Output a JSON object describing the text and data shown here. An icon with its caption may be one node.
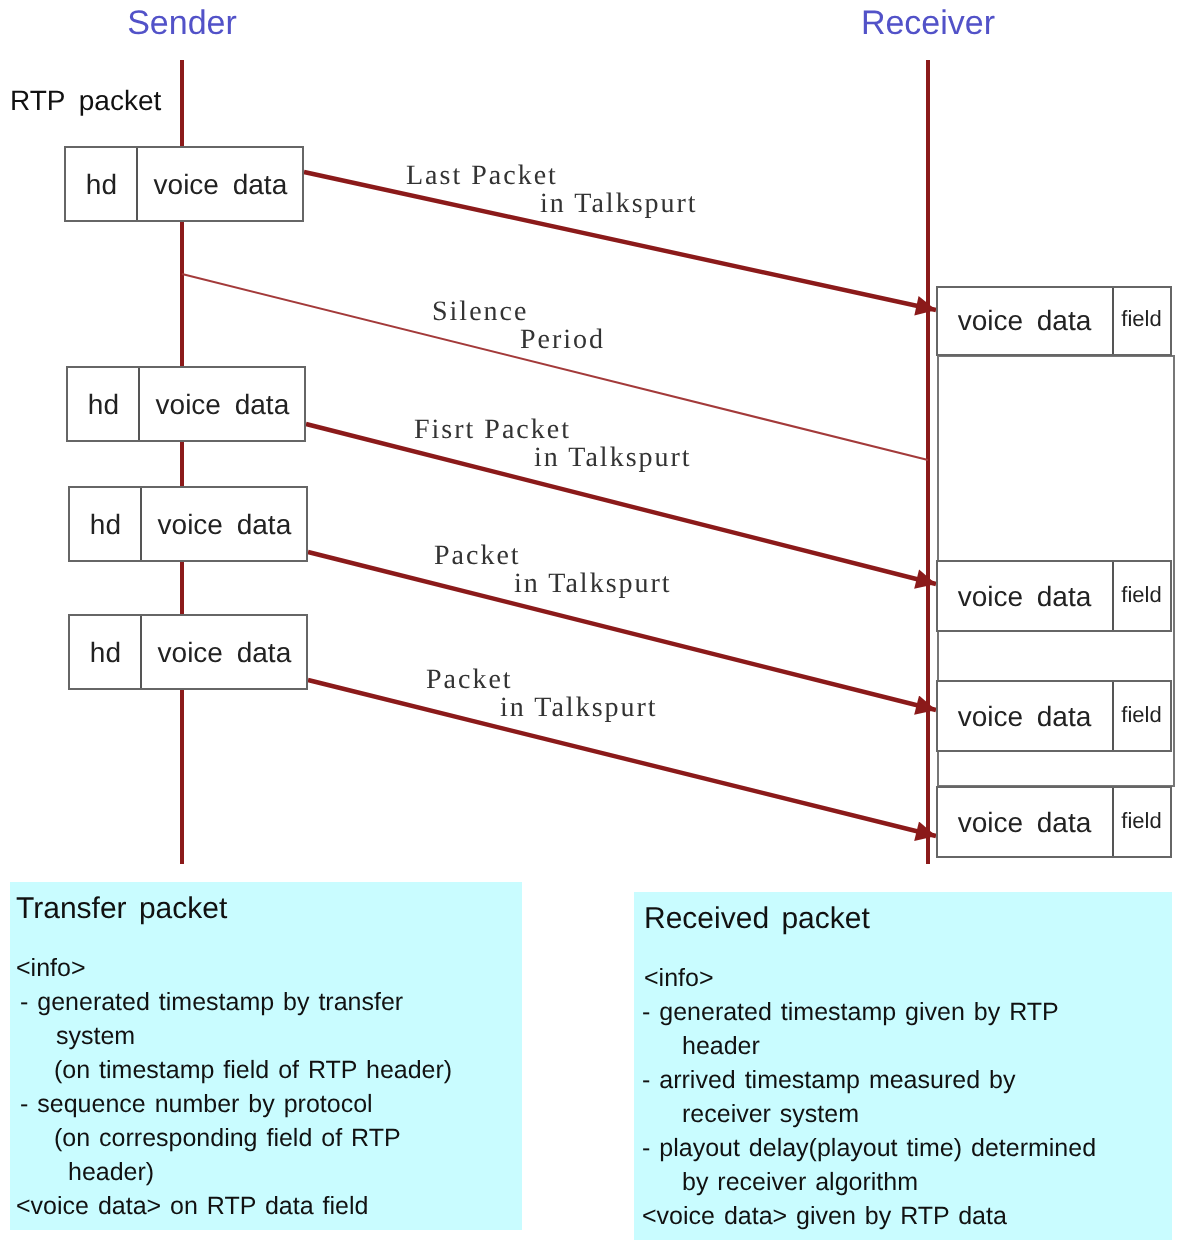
{
  "diagram": {
    "nodes": [
      {
        "text": [
          "hd",
          "voice data"
        ]
      },
      {
        "text": [
          "voice data",
          "field"
        ]
      },
      {
        "text": [
          "hd",
          "voice data"
        ]
      },
      {
        "text": [
          "hd",
          "voice data"
        ]
      },
      {
        "text": [
          "voice data",
          "field"
        ]
      },
      {
        "text": [
          "hd",
          "voice data"
        ]
      },
      {
        "text": [
          "voice data",
          "field"
        ]
      },
      {
        "text": [
          "voice data",
          "field"
        ]
      },
      {
        "text": [
          "Transfer packet",
          "<info>",
          "- generated timestamp by transfer system",
          "(on timestamp field of RTP header)",
          "- sequence number by protocol",
          "(on corresponding field of RTP header)",
          "<voice data> on RTP data field"
        ]
      },
      {
        "text": [
          "Received packet",
          "<info>",
          "- generated timestamp given by RTP header",
          "- arrived timestamp measured by receiver system",
          "- playout delay(playout time) determined by receiver algorithm",
          "<voice data> given by RTP data"
        ]
      }
    ],
    "edges": [
      {
        "from": 0,
        "to": 1,
        "arrow": "to",
        "label": "Last Packet in Talkspurt"
      },
      {
        "from": 2,
        "to": 4,
        "arrow": "to",
        "label": "Fisrt Packet in Talkspurt"
      },
      {
        "from": 3,
        "to": 6,
        "arrow": "to",
        "label": "Packet in Talkspurt"
      },
      {
        "from": 5,
        "to": 7,
        "arrow": "to",
        "label": "Packet in Talkspurt"
      }
    ],
    "labels": [
      "Sender",
      "Receiver",
      "RTP packet",
      "Silence Period"
    ]
  }
}
